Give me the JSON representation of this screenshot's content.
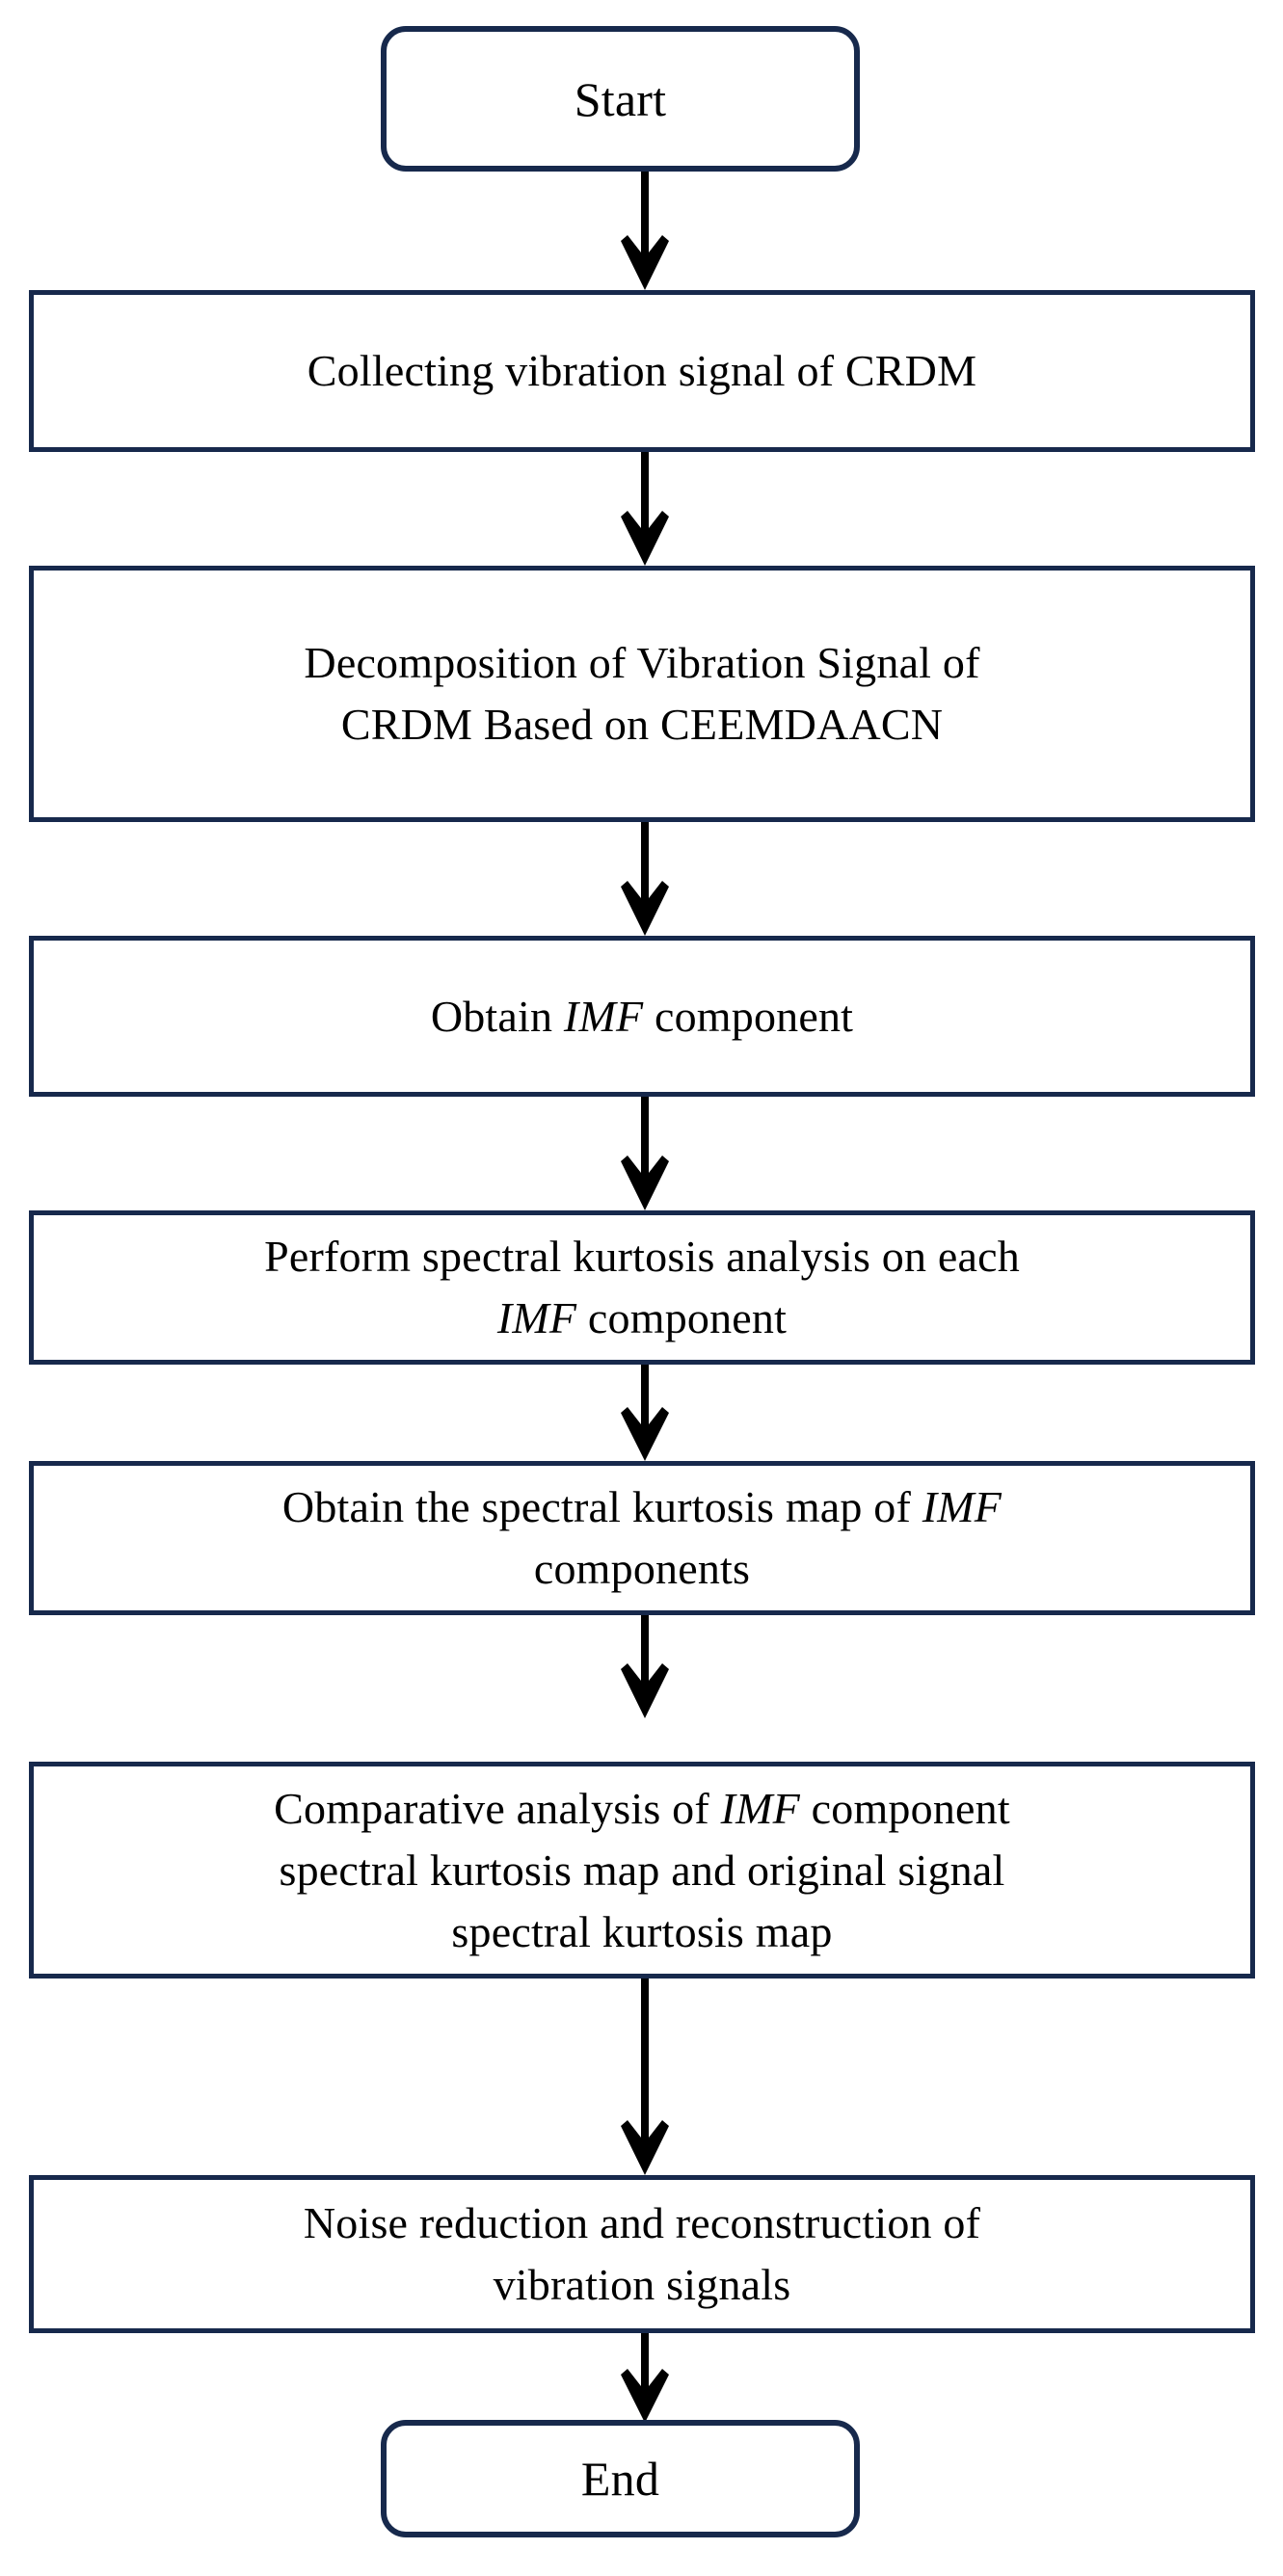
{
  "diagram": {
    "type": "flowchart",
    "orientation": "vertical",
    "colors": {
      "box_border": "#17294c",
      "box_fill": "#ffffff",
      "arrow": "#000000",
      "text": "#000000",
      "background": "#ffffff"
    },
    "nodes": [
      {
        "id": "start",
        "shape": "rounded-rectangle",
        "lines": [
          [
            {
              "text": "Start",
              "italic": false
            }
          ]
        ]
      },
      {
        "id": "collect",
        "shape": "rectangle",
        "lines": [
          [
            {
              "text": "Collecting vibration signal of CRDM",
              "italic": false
            }
          ]
        ]
      },
      {
        "id": "decompose",
        "shape": "rectangle",
        "lines": [
          [
            {
              "text": "Decomposition of Vibration Signal of",
              "italic": false
            }
          ],
          [
            {
              "text": "CRDM Based on CEEMDAACN",
              "italic": false
            }
          ]
        ]
      },
      {
        "id": "obtain-imf",
        "shape": "rectangle",
        "lines": [
          [
            {
              "text": "Obtain ",
              "italic": false
            },
            {
              "text": "IMF",
              "italic": true
            },
            {
              "text": " component",
              "italic": false
            }
          ]
        ]
      },
      {
        "id": "spectral-kurtosis",
        "shape": "rectangle",
        "lines": [
          [
            {
              "text": "Perform spectral kurtosis analysis on each",
              "italic": false
            }
          ],
          [
            {
              "text": "IMF",
              "italic": true
            },
            {
              "text": " component",
              "italic": false
            }
          ]
        ]
      },
      {
        "id": "kurtosis-map",
        "shape": "rectangle",
        "lines": [
          [
            {
              "text": "Obtain the spectral kurtosis map of ",
              "italic": false
            },
            {
              "text": "IMF",
              "italic": true
            }
          ],
          [
            {
              "text": "components",
              "italic": false
            }
          ]
        ]
      },
      {
        "id": "compare",
        "shape": "rectangle",
        "lines": [
          [
            {
              "text": "Comparative analysis of ",
              "italic": false
            },
            {
              "text": "IMF",
              "italic": true
            },
            {
              "text": " component",
              "italic": false
            }
          ],
          [
            {
              "text": "spectral kurtosis map and original signal",
              "italic": false
            }
          ],
          [
            {
              "text": "spectral kurtosis map",
              "italic": false
            }
          ]
        ]
      },
      {
        "id": "denoise",
        "shape": "rectangle",
        "lines": [
          [
            {
              "text": "Noise reduction and reconstruction of",
              "italic": false
            }
          ],
          [
            {
              "text": "vibration signals",
              "italic": false
            }
          ]
        ]
      },
      {
        "id": "end",
        "shape": "rounded-rectangle",
        "lines": [
          [
            {
              "text": "End",
              "italic": false
            }
          ]
        ]
      }
    ],
    "edges": [
      {
        "from": "start",
        "to": "collect",
        "style": "solid-arrow"
      },
      {
        "from": "collect",
        "to": "decompose",
        "style": "solid-arrow"
      },
      {
        "from": "decompose",
        "to": "obtain-imf",
        "style": "solid-arrow"
      },
      {
        "from": "obtain-imf",
        "to": "spectral-kurtosis",
        "style": "solid-arrow"
      },
      {
        "from": "spectral-kurtosis",
        "to": "kurtosis-map",
        "style": "solid-arrow"
      },
      {
        "from": "kurtosis-map",
        "to": "compare",
        "style": "solid-arrow"
      },
      {
        "from": "compare",
        "to": "denoise",
        "style": "solid-arrow"
      },
      {
        "from": "denoise",
        "to": "end",
        "style": "solid-arrow"
      }
    ]
  }
}
